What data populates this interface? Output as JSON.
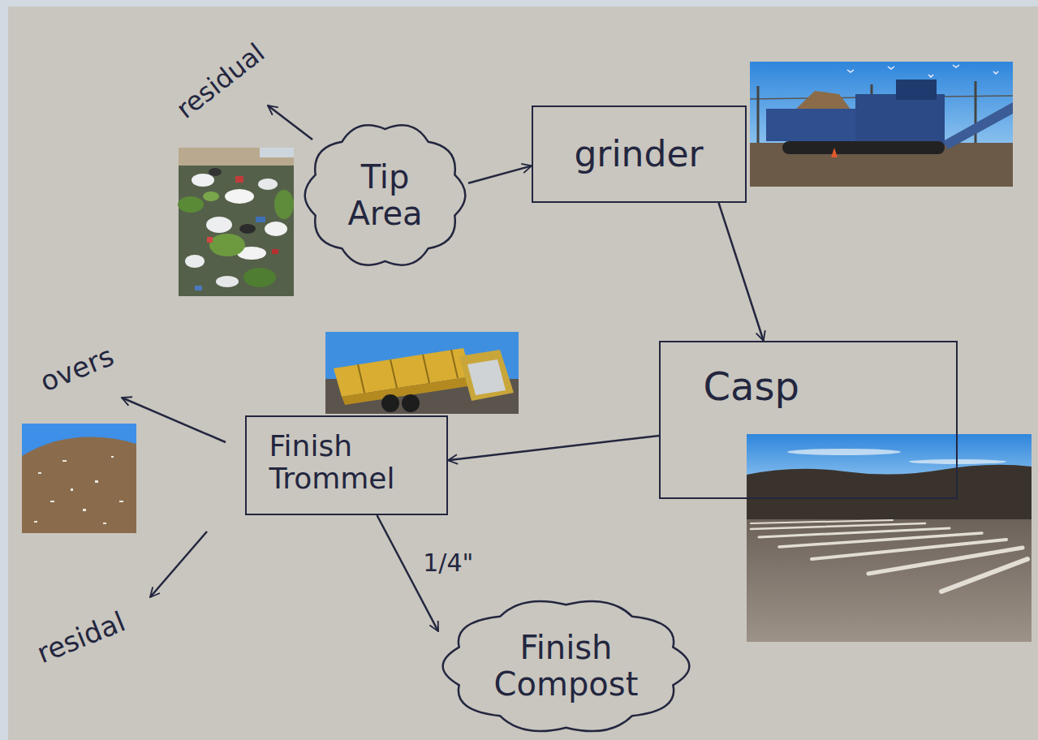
{
  "diagram": {
    "nodes": [
      {
        "text": [
          "Tip Area"
        ]
      },
      {
        "text": [
          "grinder"
        ]
      },
      {
        "text": [
          "Casp"
        ]
      },
      {
        "text": [
          "Finish Trommel"
        ]
      },
      {
        "text": [
          "Finish Compost"
        ]
      }
    ],
    "edges": [
      {
        "from": 0,
        "to": 1,
        "arrow": "to"
      },
      {
        "from": 1,
        "to": 2,
        "arrow": "to"
      },
      {
        "from": 2,
        "to": 3,
        "arrow": "to"
      },
      {
        "from": 3,
        "to": 4,
        "arrow": "to",
        "label": "1/4\""
      }
    ],
    "labels": [
      "residual",
      "overs",
      "residal"
    ]
  }
}
